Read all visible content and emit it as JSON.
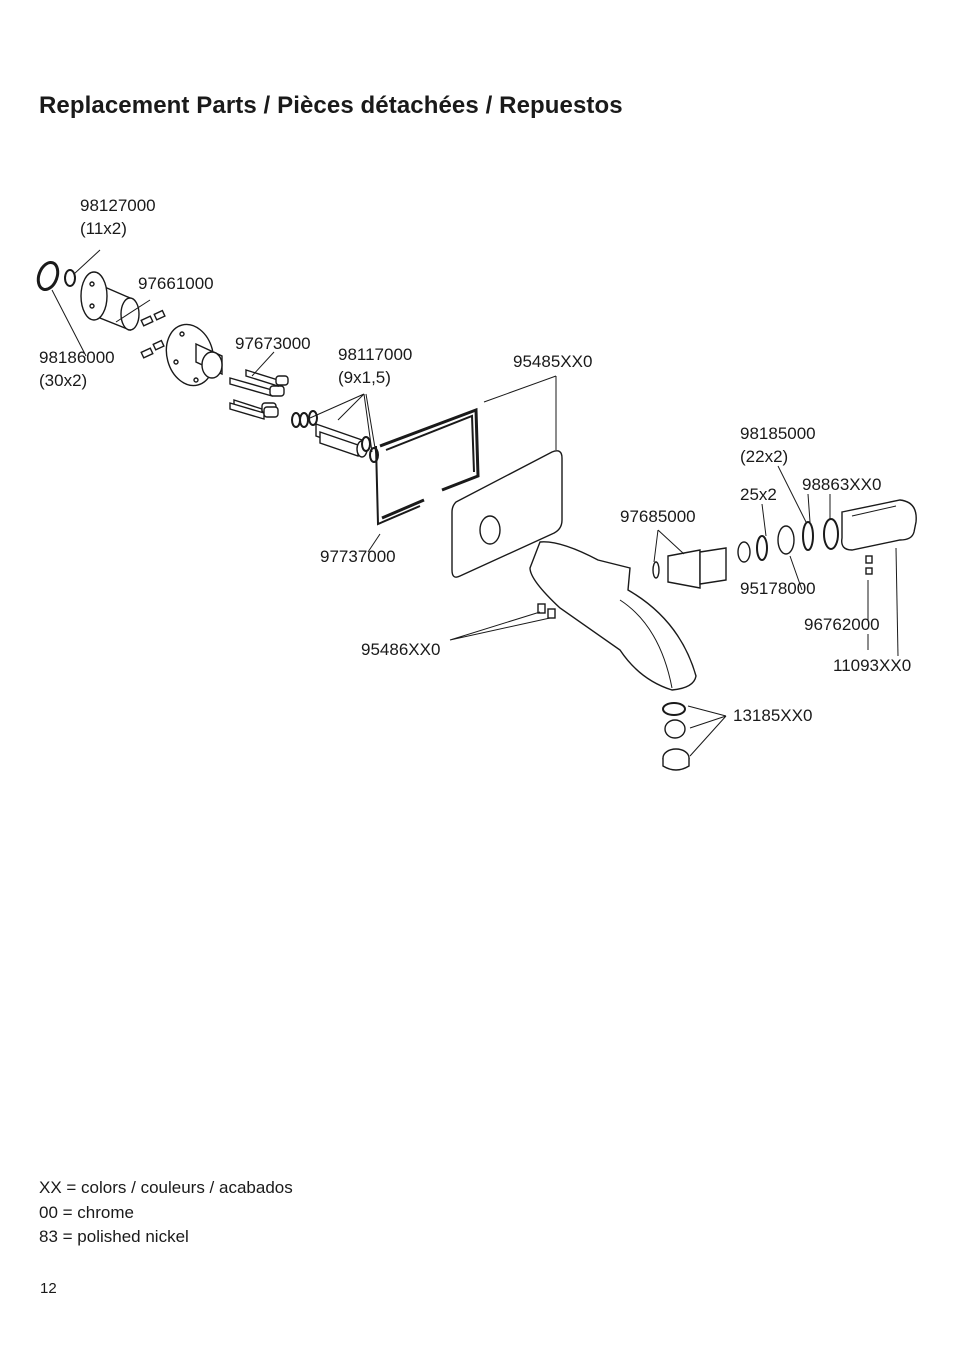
{
  "title": "Replacement Parts / Pièces détachées / Repuestos",
  "parts": {
    "p98127000": {
      "number": "98127000",
      "note": "(11x2)"
    },
    "p97661000": {
      "number": "97661000"
    },
    "p98186000": {
      "number": "98186000",
      "note": "(30x2)"
    },
    "p97673000": {
      "number": "97673000"
    },
    "p98117000": {
      "number": "98117000",
      "note": "(9x1,5)"
    },
    "p95485XX0": {
      "number": "95485XX0"
    },
    "p97737000": {
      "number": "97737000"
    },
    "p98185000": {
      "number": "98185000",
      "note": "(22x2)"
    },
    "p25x2": {
      "number": "25x2"
    },
    "p98863XX0": {
      "number": "98863XX0"
    },
    "p97685000": {
      "number": "97685000"
    },
    "p95178000": {
      "number": "95178000"
    },
    "p96762000": {
      "number": "96762000"
    },
    "p11093XX0": {
      "number": "11093XX0"
    },
    "p95486XX0": {
      "number": "95486XX0"
    },
    "p13185XX0": {
      "number": "13185XX0"
    }
  },
  "legend": {
    "line1": "XX = colors / couleurs / acabados",
    "line2": "00 = chrome",
    "line3": "83 = polished nickel"
  },
  "page_number": "12"
}
